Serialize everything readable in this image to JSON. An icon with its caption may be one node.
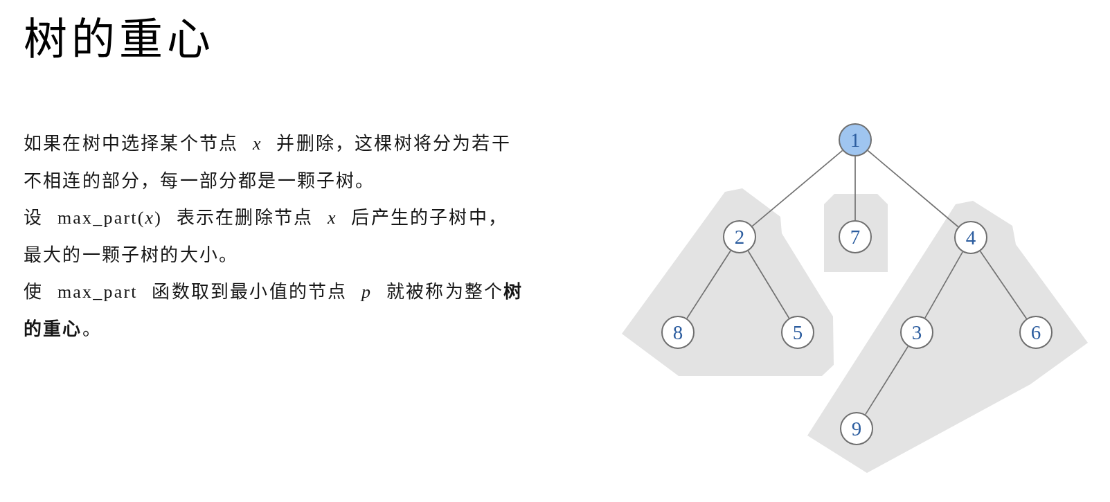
{
  "diagram": {
    "title": "树的重心",
    "nodes": [
      {
        "text": [
          "1"
        ]
      },
      {
        "text": [],
        "shape": "polygon"
      },
      {
        "text": [
          "2"
        ],
        "in": 1
      },
      {
        "text": [],
        "shape": "box"
      },
      {
        "text": [
          "7"
        ],
        "in": 3
      },
      {
        "text": [],
        "shape": "polygon"
      },
      {
        "text": [
          "4"
        ],
        "in": 5
      },
      {
        "text": [
          "8"
        ],
        "in": 1
      },
      {
        "text": [
          "5"
        ],
        "in": 1
      },
      {
        "text": [
          "3"
        ],
        "in": 5
      },
      {
        "text": [
          "6"
        ],
        "in": 5
      },
      {
        "text": [
          "9"
        ],
        "in": 5
      }
    ],
    "edges": [
      {
        "from": 0,
        "to": 2,
        "arrow": "none"
      },
      {
        "from": 0,
        "to": 4,
        "arrow": "none"
      },
      {
        "from": 0,
        "to": 6,
        "arrow": "none"
      },
      {
        "from": 2,
        "to": 7,
        "arrow": "none"
      },
      {
        "from": 2,
        "to": 8,
        "arrow": "none"
      },
      {
        "from": 6,
        "to": 9,
        "arrow": "none"
      },
      {
        "from": 6,
        "to": 10,
        "arrow": "none"
      },
      {
        "from": 9,
        "to": 11,
        "arrow": "none"
      }
    ],
    "labels": [
      "如果在树中选择某个节点 *x* 并删除，这棵树将分为若干不相连的部分，每一部分都是一颗子树。",
      "设 max_part(*x*) 表示在删除节点 *x* 后产生的子树中，最大的一颗子树的大小。",
      "使 max_part 函数取到最小值的节点 *p* 就被称为整个**树的重心**。"
    ]
  }
}
